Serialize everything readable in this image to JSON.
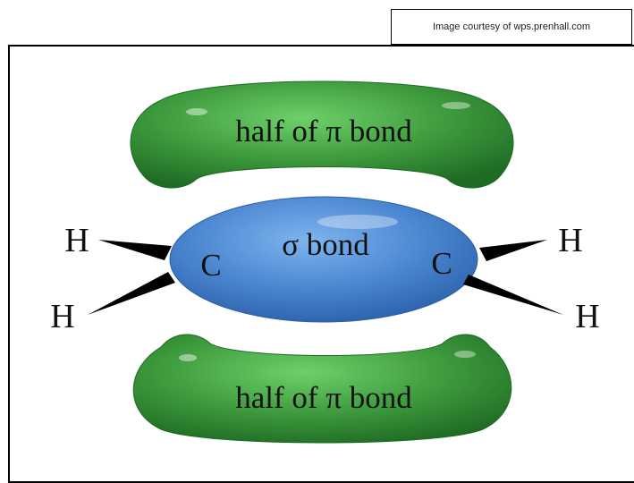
{
  "credit": {
    "text": "Image courtesy of wps.prenhall.com"
  },
  "diagram": {
    "pi_top_label": "half of π bond",
    "pi_bottom_label": "half of π bond",
    "sigma_label": "σ bond",
    "carbon_left": "C",
    "carbon_right": "C",
    "h_top_left": "H",
    "h_bottom_left": "H",
    "h_top_right": "H",
    "h_bottom_right": "H"
  },
  "colors": {
    "pi_lobe": "#3d9a3d",
    "pi_lobe_dark": "#1f6b24",
    "sigma_lobe": "#4a86d0",
    "sigma_lobe_dark": "#2a5fa8",
    "bond_wedge": "#000000"
  }
}
